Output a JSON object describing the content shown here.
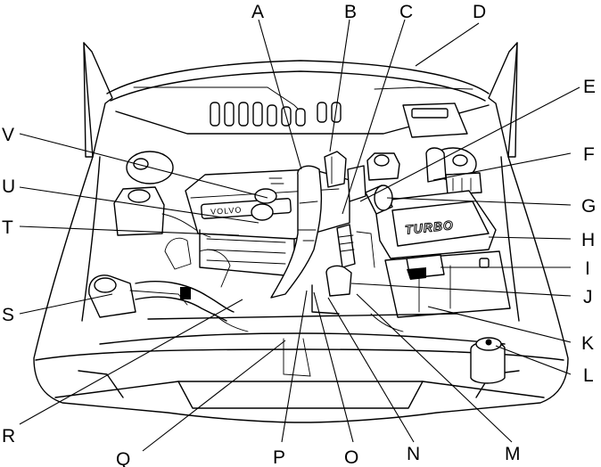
{
  "diagram": {
    "callouts": [
      {
        "id": "A",
        "label": "A"
      },
      {
        "id": "B",
        "label": "B"
      },
      {
        "id": "C",
        "label": "C"
      },
      {
        "id": "D",
        "label": "D"
      },
      {
        "id": "E",
        "label": "E"
      },
      {
        "id": "F",
        "label": "F"
      },
      {
        "id": "G",
        "label": "G"
      },
      {
        "id": "H",
        "label": "H"
      },
      {
        "id": "I",
        "label": "I"
      },
      {
        "id": "J",
        "label": "J"
      },
      {
        "id": "K",
        "label": "K"
      },
      {
        "id": "L",
        "label": "L"
      },
      {
        "id": "M",
        "label": "M"
      },
      {
        "id": "N",
        "label": "N"
      },
      {
        "id": "O",
        "label": "O"
      },
      {
        "id": "P",
        "label": "P"
      },
      {
        "id": "Q",
        "label": "Q"
      },
      {
        "id": "R",
        "label": "R"
      },
      {
        "id": "S",
        "label": "S"
      },
      {
        "id": "T",
        "label": "T"
      },
      {
        "id": "U",
        "label": "U"
      },
      {
        "id": "V",
        "label": "V"
      }
    ],
    "engine_plate_text": "VOLVO",
    "intake_text": "TURBO"
  }
}
